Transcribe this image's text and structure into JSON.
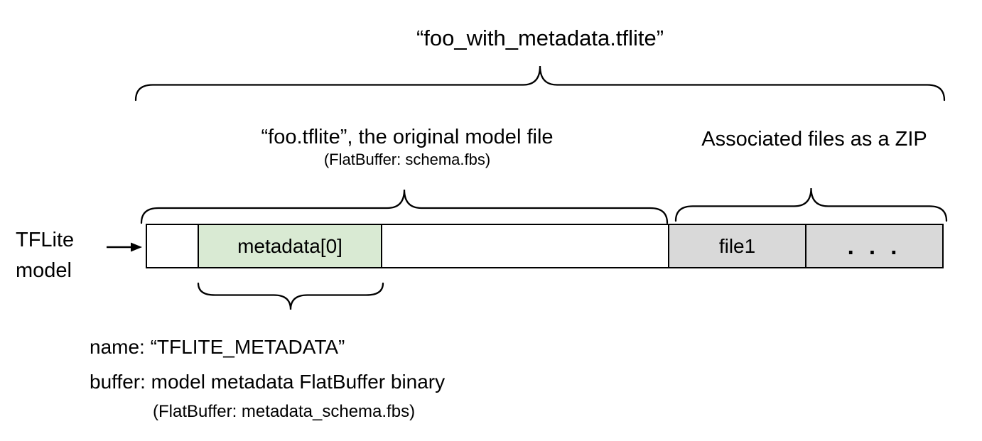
{
  "diagram": {
    "file_title": "“foo_with_metadata.tflite”",
    "model_section": {
      "title": "“foo.tflite”, the original model file",
      "subtitle": "(FlatBuffer: schema.fbs)"
    },
    "zip_section": {
      "title": "Associated files as a ZIP"
    },
    "model_label": {
      "lines": [
        "TFLite",
        "model"
      ]
    },
    "bar": {
      "segments": [
        {
          "label": "",
          "type": "empty"
        },
        {
          "label": "metadata[0]",
          "type": "metadata"
        },
        {
          "label": "",
          "type": "empty"
        },
        {
          "label": "file1",
          "type": "associated-file"
        },
        {
          "label": ". . .",
          "type": "associated-file-more"
        }
      ]
    },
    "metadata_note": {
      "line1": "name: “TFLITE_METADATA”",
      "line2": "buffer: model metadata FlatBuffer binary",
      "line3": "(FlatBuffer: metadata_schema.fbs)"
    },
    "colors": {
      "metadata_fill": "#d9ead3",
      "file_fill": "#d9d9d9",
      "line": "#000000"
    }
  }
}
